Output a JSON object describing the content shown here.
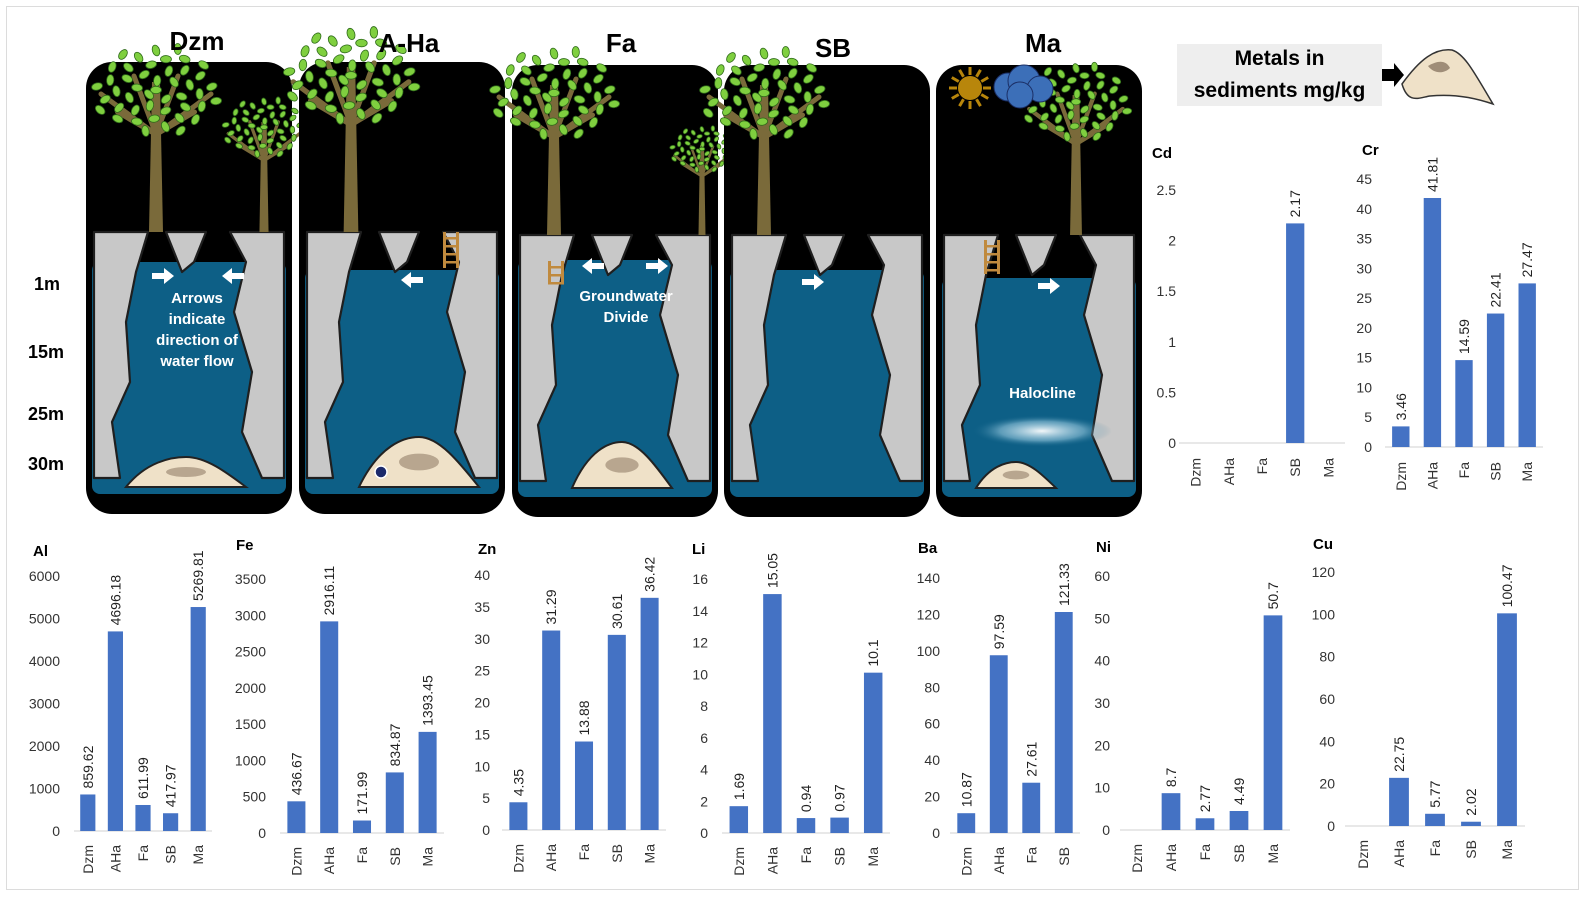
{
  "legend": {
    "line1": "Metals in",
    "line2": "sediments mg/kg"
  },
  "panels": [
    {
      "title": "Dzm"
    },
    {
      "title": "A-Ha"
    },
    {
      "title": "Fa"
    },
    {
      "title": "SB"
    },
    {
      "title": "Ma"
    }
  ],
  "depths": [
    "1m",
    "15m",
    "25m",
    "30m"
  ],
  "captions": {
    "arrows": [
      "Arrows",
      "indicate",
      "direction of",
      "water flow"
    ],
    "divide": [
      "Groundwater",
      "Divide"
    ],
    "halocline": "Halocline"
  },
  "colors": {
    "bar": "#4472c4",
    "water": "#0d5f86",
    "background": "#000000",
    "rock": "#c8c8c8",
    "foliage": "#7fcf3f",
    "trunk": "#7a6a3a"
  },
  "icons": [
    "tree-icon",
    "arrow-right-icon",
    "arrow-left-icon",
    "ladder-icon",
    "sun-icon",
    "cloud-icon",
    "sediment-icon",
    "diver-icon"
  ],
  "chart_data": [
    {
      "type": "bar",
      "title": "Cd",
      "categories": [
        "Dzm",
        "AHa",
        "Fa",
        "SB",
        "Ma"
      ],
      "values": [
        null,
        null,
        null,
        2.17,
        null
      ],
      "labels": [
        "",
        "",
        "",
        "2.17",
        ""
      ],
      "yticks": [
        "0",
        "0.5",
        "1",
        "1.5",
        "2",
        "2.5"
      ],
      "ylim": [
        0,
        2.5
      ]
    },
    {
      "type": "bar",
      "title": "Cr",
      "categories": [
        "Dzm",
        "AHa",
        "Fa",
        "SB",
        "Ma"
      ],
      "values": [
        3.46,
        41.81,
        14.59,
        22.41,
        27.47
      ],
      "labels": [
        "3.46",
        "41.81",
        "14.59",
        "22.41",
        "27.47"
      ],
      "yticks": [
        "0",
        "5",
        "10",
        "15",
        "20",
        "25",
        "30",
        "35",
        "40",
        "45"
      ],
      "ylim": [
        0,
        45
      ]
    },
    {
      "type": "bar",
      "title": "Al",
      "categories": [
        "Dzm",
        "AHa",
        "Fa",
        "SB",
        "Ma"
      ],
      "values": [
        859.62,
        4696.18,
        611.99,
        417.97,
        5269.81
      ],
      "labels": [
        "859.62",
        "4696.18",
        "611.99",
        "417.97",
        "5269.81"
      ],
      "yticks": [
        "0",
        "1000",
        "2000",
        "3000",
        "4000",
        "5000",
        "6000"
      ],
      "ylim": [
        0,
        6000
      ]
    },
    {
      "type": "bar",
      "title": "Fe",
      "categories": [
        "Dzm",
        "AHa",
        "Fa",
        "SB",
        "Ma"
      ],
      "values": [
        436.67,
        2916.11,
        171.99,
        834.87,
        1393.45
      ],
      "labels": [
        "436.67",
        "2916.11",
        "171.99",
        "834.87",
        "1393.45"
      ],
      "yticks": [
        "0",
        "500",
        "1000",
        "1500",
        "2000",
        "2500",
        "3000",
        "3500"
      ],
      "ylim": [
        0,
        3500
      ]
    },
    {
      "type": "bar",
      "title": "Zn",
      "categories": [
        "Dzm",
        "AHa",
        "Fa",
        "SB",
        "Ma"
      ],
      "values": [
        4.35,
        31.29,
        13.88,
        30.61,
        36.42
      ],
      "labels": [
        "4.35",
        "31.29",
        "13.88",
        "30.61",
        "36.42"
      ],
      "yticks": [
        "0",
        "5",
        "10",
        "15",
        "20",
        "25",
        "30",
        "35",
        "40"
      ],
      "ylim": [
        0,
        40
      ]
    },
    {
      "type": "bar",
      "title": "Li",
      "categories": [
        "Dzm",
        "AHa",
        "Fa",
        "SB",
        "Ma"
      ],
      "values": [
        1.69,
        15.05,
        0.94,
        0.97,
        10.1
      ],
      "labels": [
        "1.69",
        "15.05",
        "0.94",
        "0.97",
        "10.1"
      ],
      "yticks": [
        "0",
        "2",
        "4",
        "6",
        "8",
        "10",
        "12",
        "14",
        "16"
      ],
      "ylim": [
        0,
        16
      ]
    },
    {
      "type": "bar",
      "title": "Ba",
      "categories": [
        "Dzm",
        "AHa",
        "Fa",
        "SB"
      ],
      "values": [
        10.87,
        97.59,
        27.61,
        121.33
      ],
      "labels": [
        "10.87",
        "97.59",
        "27.61",
        "121.33"
      ],
      "yticks": [
        "0",
        "20",
        "40",
        "60",
        "80",
        "100",
        "120",
        "140"
      ],
      "ylim": [
        0,
        140
      ]
    },
    {
      "type": "bar",
      "title": "Ni",
      "categories": [
        "Dzm",
        "AHa",
        "Fa",
        "SB",
        "Ma"
      ],
      "values": [
        null,
        8.7,
        2.77,
        4.49,
        50.7
      ],
      "labels": [
        "",
        "8.7",
        "2.77",
        "4.49",
        "50.7"
      ],
      "yticks": [
        "0",
        "10",
        "20",
        "30",
        "40",
        "50",
        "60"
      ],
      "ylim": [
        0,
        60
      ]
    },
    {
      "type": "bar",
      "title": "Cu",
      "categories": [
        "Dzm",
        "AHa",
        "Fa",
        "SB",
        "Ma"
      ],
      "values": [
        null,
        22.75,
        5.77,
        2.02,
        100.47
      ],
      "labels": [
        "",
        "22.75",
        "5.77",
        "2.02",
        "100.47"
      ],
      "yticks": [
        "0",
        "20",
        "40",
        "60",
        "80",
        "100",
        "120"
      ],
      "ylim": [
        0,
        120
      ]
    }
  ]
}
